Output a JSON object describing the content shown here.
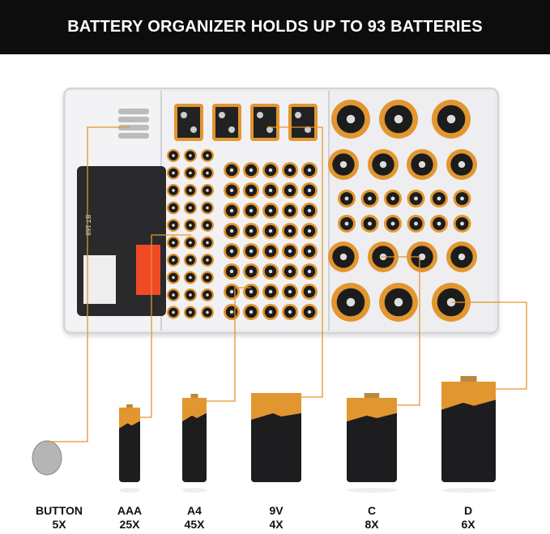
{
  "title": "BATTERY ORGANIZER HOLDS UP TO 93 BATTERIES",
  "tester_label": "BT-168",
  "accent": "#e2962f",
  "batteries": [
    {
      "type": "BUTTON",
      "count": "5X"
    },
    {
      "type": "AAA",
      "count": "25X"
    },
    {
      "type": "A4",
      "count": "45X"
    },
    {
      "type": "9V",
      "count": "4X"
    },
    {
      "type": "C",
      "count": "8X"
    },
    {
      "type": "D",
      "count": "6X"
    }
  ]
}
